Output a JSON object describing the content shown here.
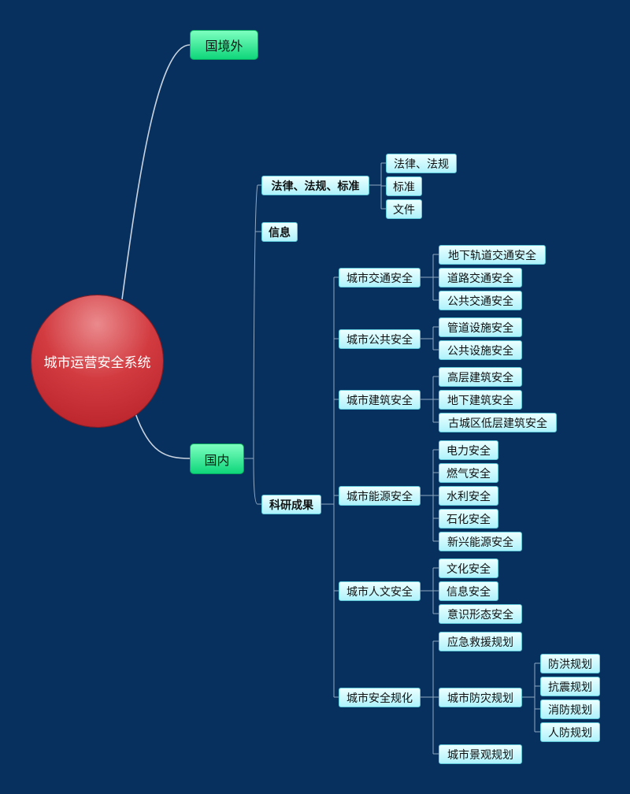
{
  "root": {
    "label": "城市运营安全系统"
  },
  "branches": {
    "overseas": {
      "label": "国境外"
    },
    "domestic": {
      "label": "国内"
    }
  },
  "domestic": {
    "laws": {
      "label": "法律、法规、标准",
      "children": [
        "法律、法规",
        "标准",
        "文件"
      ]
    },
    "info": {
      "label": "信息"
    },
    "research": {
      "label": "科研成果",
      "groups": [
        {
          "label": "城市交通安全",
          "children": [
            "地下轨道交通安全",
            "道路交通安全",
            "公共交通安全"
          ]
        },
        {
          "label": "城市公共安全",
          "children": [
            "管道设施安全",
            "公共设施安全"
          ]
        },
        {
          "label": "城市建筑安全",
          "children": [
            "高层建筑安全",
            "地下建筑安全",
            "古城区低层建筑安全"
          ]
        },
        {
          "label": "城市能源安全",
          "children": [
            "电力安全",
            "燃气安全",
            "水利安全",
            "石化安全",
            "新兴能源安全"
          ]
        },
        {
          "label": "城市人文安全",
          "children": [
            "文化安全",
            "信息安全",
            "意识形态安全"
          ]
        },
        {
          "label": "城市安全规化",
          "children": [
            "应急救援规划",
            "城市防灾规划",
            "城市景观规划"
          ]
        }
      ],
      "disaster_children": [
        "防洪规划",
        "抗震规划",
        "消防规划",
        "人防规划"
      ]
    }
  }
}
